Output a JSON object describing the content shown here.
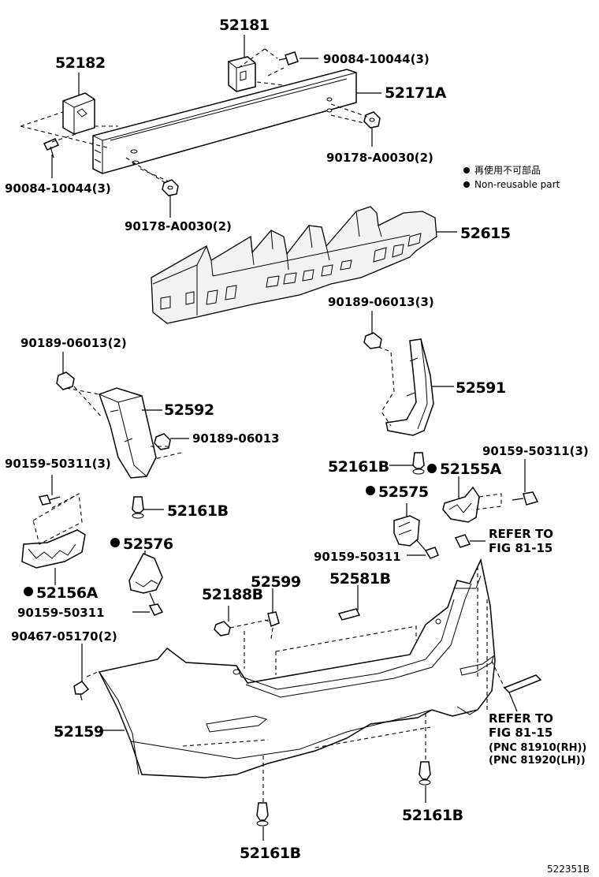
{
  "parts": {
    "p52181": "52181",
    "p52182": "52182",
    "p90084_a": "90084-10044(3)",
    "p90084_b": "90084-10044(3)",
    "p52171A": "52171A",
    "p90178_a": "90178-A0030(2)",
    "p90178_b": "90178-A0030(2)",
    "p52615": "52615",
    "p90189_3": "90189-06013(3)",
    "p90189_2": "90189-06013(2)",
    "p90189_1": "90189-06013",
    "p52591": "52591",
    "p52592": "52592",
    "p90159_3a": "90159-50311(3)",
    "p90159_3b": "90159-50311(3)",
    "p90159_1a": "90159-50311",
    "p90159_1b": "90159-50311",
    "p52161B_1": "52161B",
    "p52161B_2": "52161B",
    "p52161B_3": "52161B",
    "p52161B_4": "52161B",
    "p52155A": "52155A",
    "p52575": "52575",
    "p52576": "52576",
    "p52156A": "52156A",
    "p52188B": "52188B",
    "p52599": "52599",
    "p52581B": "52581B",
    "p90467": "90467-05170(2)",
    "p52159": "52159"
  },
  "refs": {
    "refer1_line1": "REFER TO",
    "refer1_line2": "FIG 81-15",
    "refer2_line1": "REFER TO",
    "refer2_line2": "FIG 81-15",
    "pnc_rh": "(PNC 81910(RH))",
    "pnc_lh": "(PNC 81920(LH))"
  },
  "legend": {
    "jp": "再使用不可部品",
    "en": "Non-reusable part"
  },
  "diagram_code": "522351B",
  "colors": {
    "ink": "#000000",
    "paper": "#ffffff"
  }
}
